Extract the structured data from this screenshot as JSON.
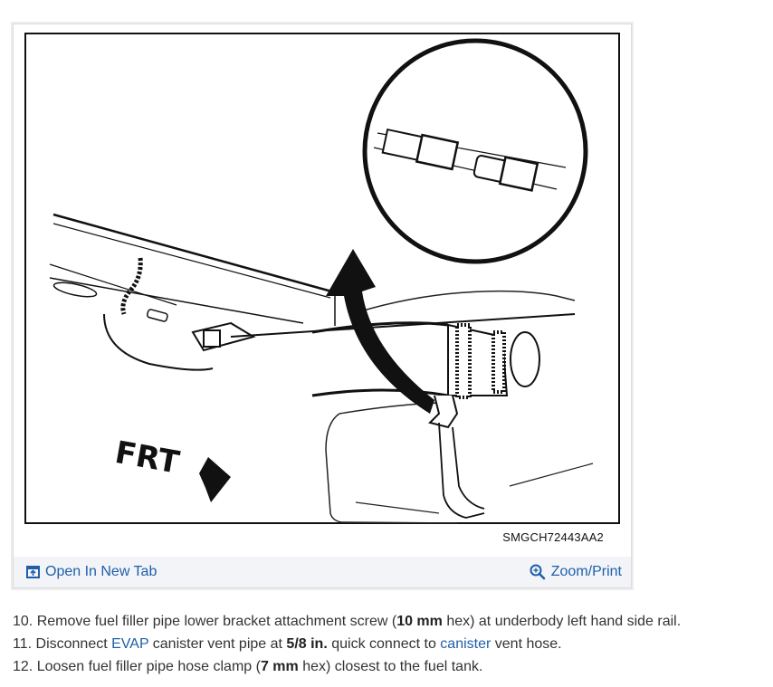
{
  "figure": {
    "code": "SMGCH72443AA2",
    "label_frt": "FRT",
    "open_new_tab": {
      "label": "Open In New Tab",
      "icon": "open-new-tab-icon"
    },
    "zoom_print": {
      "label": "Zoom/Print",
      "icon": "zoom-in-icon"
    }
  },
  "colors": {
    "link": "#1f5faa",
    "footer_bg": "#f2f4f8",
    "text": "#333333"
  },
  "steps": [
    {
      "number": "10.",
      "parts": {
        "a": " Remove fuel filler pipe lower bracket attachment screw (",
        "b": "10 mm",
        "c": " hex) at underbody left hand side rail."
      }
    },
    {
      "number": "11.",
      "parts": {
        "a": " Disconnect ",
        "link1": "EVAP",
        "b": " canister vent pipe at ",
        "bold": "5/8 in.",
        "c": " quick connect to ",
        "link2": "canister",
        "d": " vent hose."
      }
    },
    {
      "number": "12.",
      "parts": {
        "a": " Loosen fuel filler pipe hose clamp (",
        "b": "7 mm",
        "c": " hex) closest to the fuel tank."
      }
    }
  ]
}
